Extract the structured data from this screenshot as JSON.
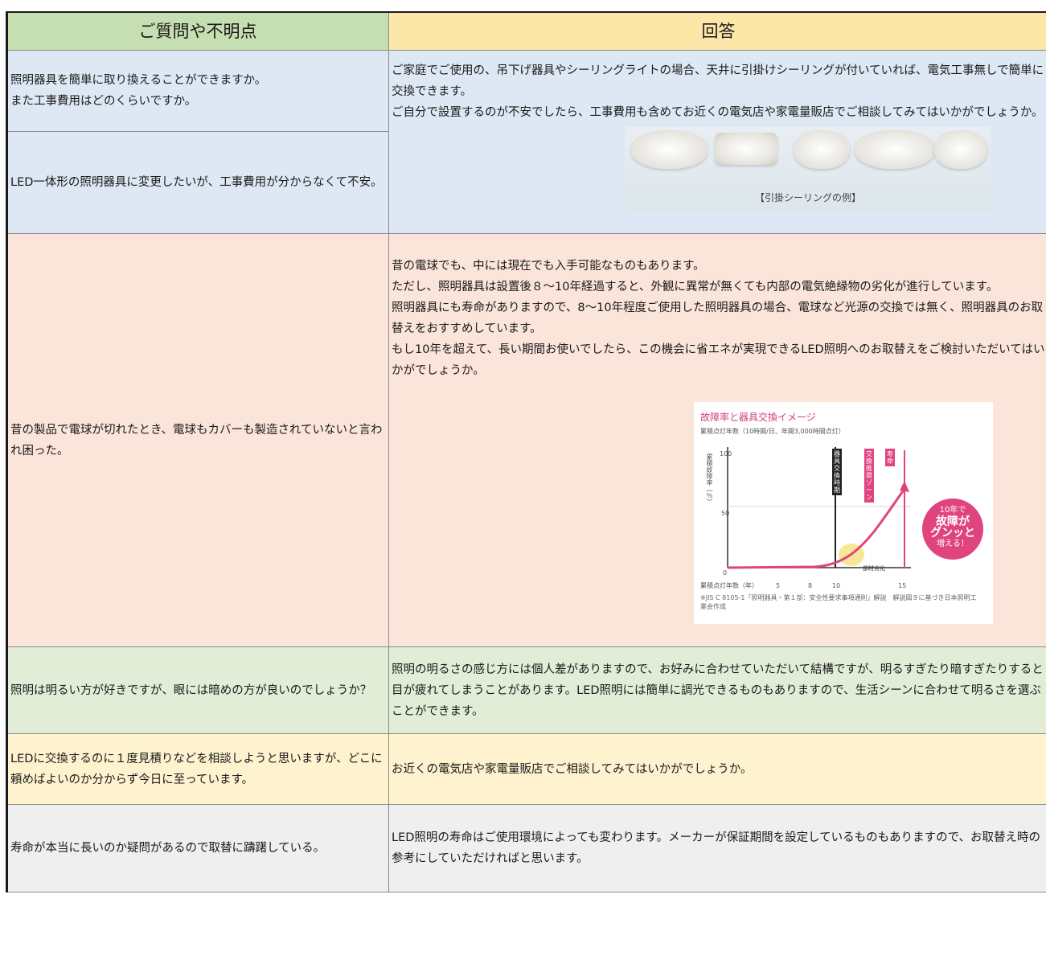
{
  "header": {
    "question": "ご質問や不明点",
    "answer": "回答"
  },
  "rows": [
    {
      "questions": [
        [
          "照明器具を簡単に取り換えることができますか。",
          "また工事費用はどのくらいですか。"
        ],
        [
          "LED一体形の照明器具に変更したいが、工事費用が分からなくて不安。"
        ]
      ],
      "answer": [
        "ご家庭でご使用の、吊下げ器具やシーリングライトの場合、天井に引掛けシーリングが付いていれば、電気工事無しで簡単に交換できます。",
        "ご自分で設置するのが不安でしたら、工事費用も含めてお近くの電気店や家電量販店でご相談してみてはいかがでしょうか。"
      ],
      "photo_caption": "【引掛シーリングの例】",
      "color": "blue"
    },
    {
      "question": "昔の製品で電球が切れたとき、電球もカバーも製造されていないと言われ困った。",
      "answer": [
        "昔の電球でも、中には現在でも入手可能なものもあります。",
        "ただし、照明器具は設置後８～10年経過すると、外観に異常が無くても内部の電気絶縁物の劣化が進行しています。",
        "照明器具にも寿命がありますので、8～10年程度ご使用した照明器具の場合、電球など光源の交換では無く、照明器具のお取替えをおすすめしています。",
        "もし10年を超えて、長い期間お使いでしたら、この機会に省エネが実現できるLED照明へのお取替えをご検討いただいてはいかがでしょうか。"
      ],
      "color": "pink"
    },
    {
      "question": "照明は明るい方が好きですが、眼には暗めの方が良いのでしょうか？",
      "answer": "照明の明るさの感じ方には個人差がありますので、お好みに合わせていただいて結構ですが、明るすぎたり暗すぎたりすると目が疲れてしまうことがあります。LED照明には簡単に調光できるものもありますので、生活シーンに合わせて明るさを選ぶことができます。",
      "color": "green"
    },
    {
      "question": "LEDに交換するのに１度見積りなどを相談しようと思いますが、どこに頼めばよいのか分からず今日に至っています。",
      "answer": "お近くの電気店や家電量販店でご相談してみてはいかがでしょうか。",
      "color": "yellow"
    },
    {
      "question": "寿命が本当に長いのか疑問があるので取替に躊躇している。",
      "answer": "LED照明の寿命はご使用環境によっても変わります。メーカーが保証期間を設定しているものもありますので、お取替え時の参考にしていただければと思います。",
      "color": "gray"
    }
  ],
  "graph": {
    "title": "故障率と器具交換イメージ",
    "subtitle": "累積点灯年数（10時間/日、年間3,000時間点灯）",
    "y_label": "累積故障率（％）",
    "y_ticks": [
      "100",
      "50",
      "0"
    ],
    "x_label": "累積点灯年数（年）",
    "x_ticks": [
      "5",
      "8",
      "10",
      "15"
    ],
    "tags": [
      "器具交換時期",
      "交換推奨ゾーン",
      "寿命"
    ],
    "bubble": [
      "10年で",
      "故障が",
      "グンッと",
      "増える！"
    ],
    "zone_label": "部材劣化",
    "note": "※JIS C 8105-1「照明器具・第１部：安全性要求事項通則」解説　解説図９に基づき日本照明工業会作成"
  }
}
